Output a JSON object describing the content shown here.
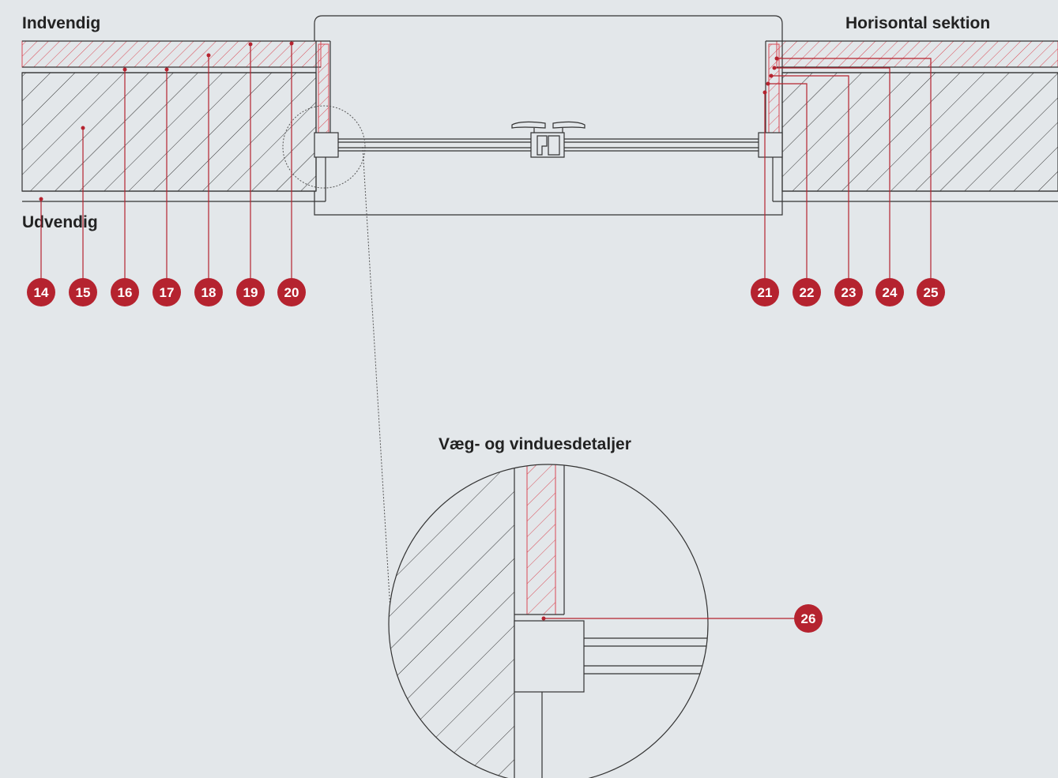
{
  "labels": {
    "inside": "Indvendig",
    "outside": "Udvendig",
    "section_title": "Horisontal sektion",
    "detail_title": "Væg- og vinduesdetaljer"
  },
  "markers": [
    "14",
    "15",
    "16",
    "17",
    "18",
    "19",
    "20",
    "21",
    "22",
    "23",
    "24",
    "25",
    "26"
  ],
  "colors": {
    "background": "#e3e7ea",
    "accent": "#b5232f",
    "line": "#333333",
    "hatch_red": "#d94a55"
  }
}
